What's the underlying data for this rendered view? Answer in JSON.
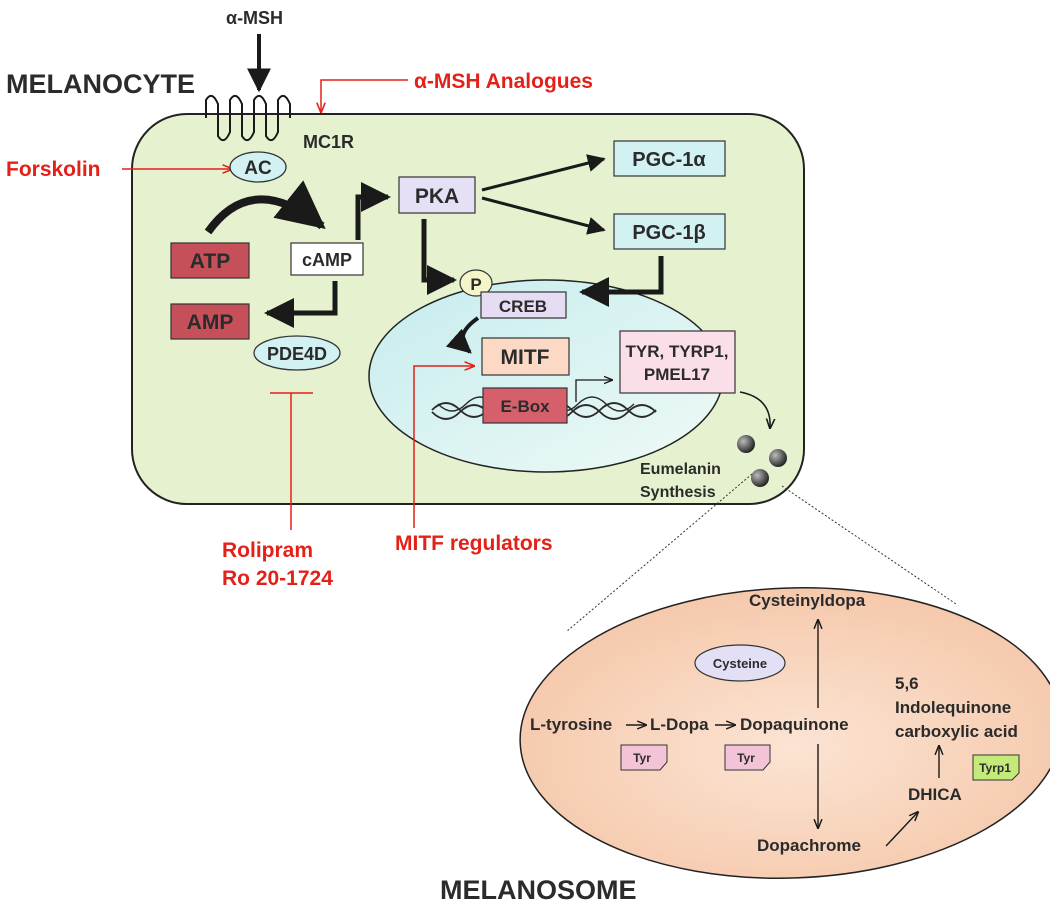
{
  "labels": {
    "alpha_msh": "α-MSH",
    "melanocyte": "MELANOCYTE",
    "alpha_msh_analogues": "α-MSH Analogues",
    "mc1r": "MC1R",
    "forskolin": "Forskolin",
    "ac": "AC",
    "pka": "PKA",
    "pgc1a": "PGC-1α",
    "pgc1b": "PGC-1β",
    "atp": "ATP",
    "camp": "cAMP",
    "amp": "AMP",
    "p": "P",
    "creb": "CREB",
    "pde4d": "PDE4D",
    "mitf": "MITF",
    "targets_line1": "TYR, TYRP1,",
    "targets_line2": "PMEL17",
    "ebox": "E-Box",
    "eumelanin_line1": "Eumelanin",
    "eumelanin_line2": "Synthesis",
    "rolipram": "Rolipram",
    "ro": "Ro 20-1724",
    "mitf_regulators": "MITF regulators",
    "cysteinyldopa": "Cysteinyldopa",
    "cysteine": "Cysteine",
    "indole_line1": "5,6",
    "indole_line2": "Indolequinone",
    "indole_line3": "carboxylic acid",
    "ltyrosine": "L-tyrosine",
    "ldopa": "L-Dopa",
    "dopaquinone": "Dopaquinone",
    "tyr1": "Tyr",
    "tyr2": "Tyr",
    "tyrp1": "Tyrp1",
    "dhica": "DHICA",
    "dopachrome": "Dopachrome",
    "melanosome": "MELANOSOME"
  },
  "colors": {
    "cell_fill": "#e6f2cf",
    "nucleus_fill": "#d7f0ee",
    "melanosome_fill": "#f7d3bd",
    "red_text": "#e32119",
    "dark_red_box": "#c5505a",
    "ebox_fill": "#d5606c",
    "pgc_fill": "#d2f1f2",
    "pka_fill": "#e5e0f5",
    "creb_fill": "#e6dcf3",
    "mitf_fill": "#fbd9c5",
    "targets_fill": "#fbdfe8",
    "tyr_fill": "#f3c4d8",
    "tyrp1_fill": "#c4eb7a",
    "cysteine_fill": "#e3e0f5"
  }
}
